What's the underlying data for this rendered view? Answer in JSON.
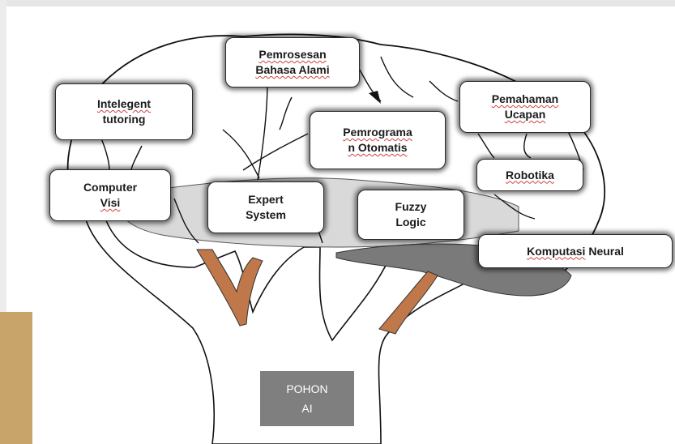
{
  "diagram": {
    "boxes": {
      "pemrosesan": {
        "line1": "Pemrosesan",
        "line2": "Bahasa Alami"
      },
      "intelegent": {
        "line1": "Intelegent",
        "line2": "tutoring"
      },
      "pemahaman": {
        "line1": "Pemahaman",
        "line2": "Ucapan"
      },
      "pemrograman": {
        "line1": "Pemrograma",
        "line2": "n Otomatis"
      },
      "computer": {
        "line1": "Computer",
        "line2": "Visi"
      },
      "expert": {
        "line1": "Expert",
        "line2": "System"
      },
      "fuzzy": {
        "line1": "Fuzzy",
        "line2": "Logic"
      },
      "robotika": {
        "line1": "Robotika"
      },
      "komputasi": {
        "word1": "Komputasi",
        "word2": "Neural"
      }
    },
    "root": {
      "line1": "POHON",
      "line2": "AI"
    }
  },
  "colors": {
    "branch_fill": "#d9d9d9",
    "neural_fill": "#7a7a7a",
    "root_fill": "#c0784a",
    "trunk_box": "#7f7f7f"
  }
}
